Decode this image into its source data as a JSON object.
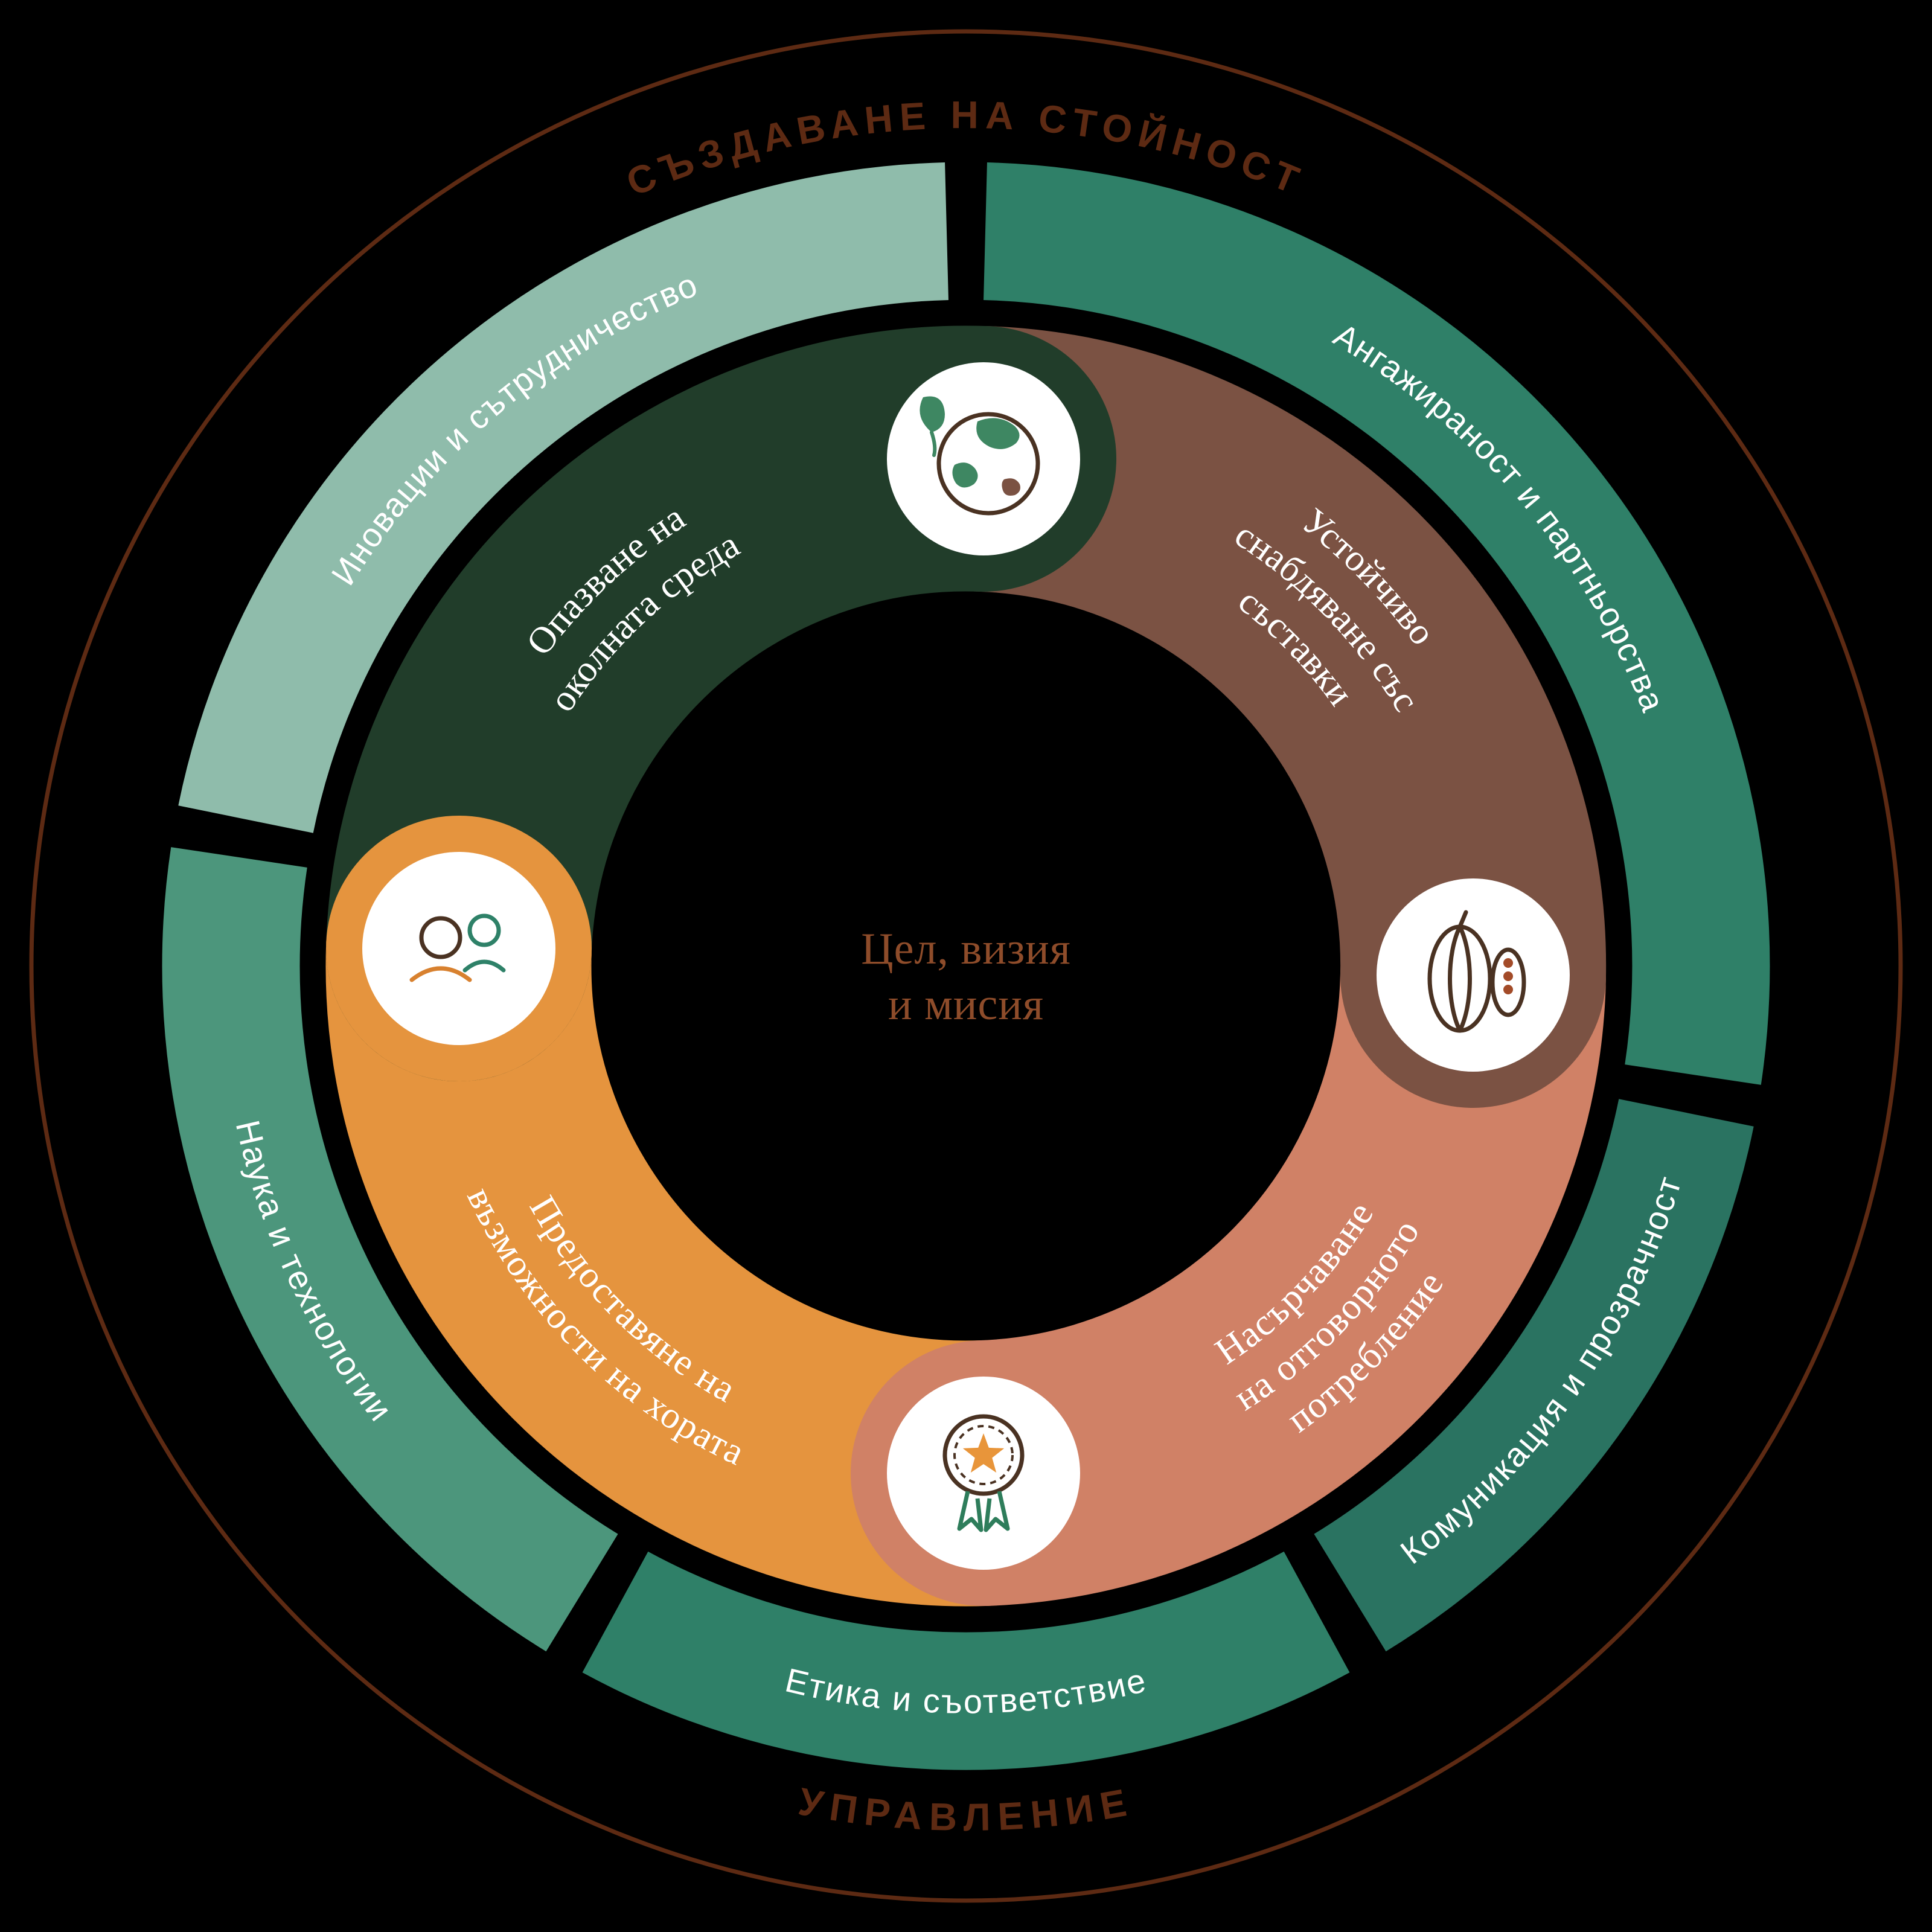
{
  "background": "#000000",
  "outer": {
    "top_label": "СЪЗДАВАНЕ НА СТОЙНОСТ",
    "bottom_label": "УПРАВЛЕНИЕ",
    "line_color": "#5d2a13",
    "label_color": "#5d2a13"
  },
  "ring": {
    "label_color": "#ffffff",
    "segments": [
      {
        "id": "innovation",
        "label": "Иновации и сътрудничество",
        "color": "#8fbcab"
      },
      {
        "id": "engagement",
        "label": "Ангажираност и партньорства",
        "color": "#2f8068"
      },
      {
        "id": "communication",
        "label": "Комуникация и прозрачност",
        "color": "#2a7361"
      },
      {
        "id": "ethics",
        "label": "Етика и съответствие",
        "color": "#2f8068"
      },
      {
        "id": "science",
        "label": "Наука и технологии",
        "color": "#4c967c"
      }
    ]
  },
  "donut": {
    "label_color": "#ffffff",
    "icon_bg": "#ffffff",
    "arcs": [
      {
        "id": "environment",
        "icon": "earth-leaf-icon",
        "color": "#213d2a",
        "lines": [
          "Опазване на",
          "околната среда"
        ]
      },
      {
        "id": "sourcing",
        "icon": "cacao-pod-icon",
        "color": "#7b5243",
        "lines": [
          "Устойчиво",
          "снабдяване със",
          "съставки"
        ]
      },
      {
        "id": "consumption",
        "icon": "award-ribbon-icon",
        "color": "#d08166",
        "lines": [
          "Насърчаване",
          "на отговорното",
          "потребление"
        ]
      },
      {
        "id": "empowerment",
        "icon": "people-icon",
        "color": "#e5943e",
        "lines": [
          "Предоставяне на",
          "възможности на хората"
        ]
      }
    ]
  },
  "center": {
    "color": "#8e4c2a",
    "lines": [
      "Цел, визия",
      "и мисия"
    ]
  }
}
